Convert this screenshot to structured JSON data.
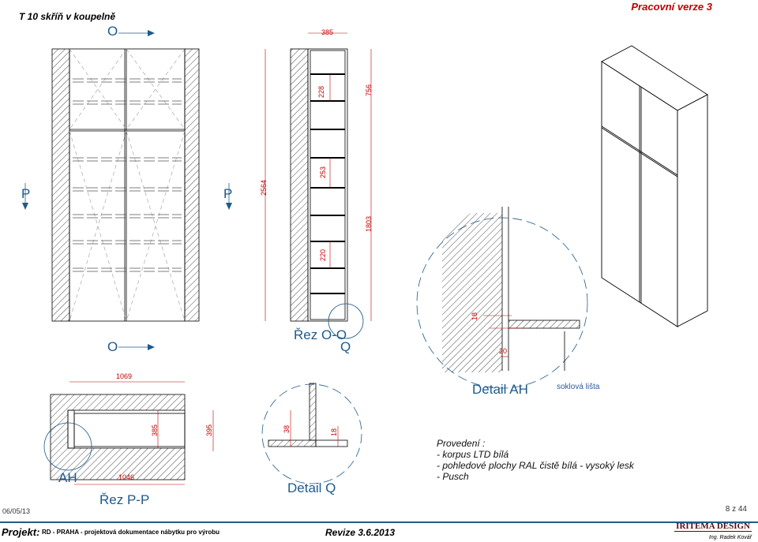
{
  "header": {
    "title": "T 10  skříň v koupelně",
    "work_label": "Pracovní  verze  3"
  },
  "views": {
    "section_o_marker": "O",
    "section_p_marker": "P",
    "rez_oo": "Řez O-O",
    "rez_pp": "Řez P-P",
    "detail_ah": "Detail AH",
    "detail_q": "Detail Q",
    "q_marker": "Q",
    "ah_marker": "AH",
    "soklova_lista": "soklová lišta"
  },
  "dimensions": {
    "d385_top": "385",
    "d2564": "2564",
    "d756": "756",
    "d228": "228",
    "d253": "253",
    "d1803": "1803",
    "d220": "220",
    "d18_ah": "18",
    "d20_ah": "20",
    "d1069": "1069",
    "d385_pp": "385",
    "d395_pp": "395",
    "d1046": "1046",
    "d38_q": "38",
    "d18_q": "18"
  },
  "notes": {
    "text": "Provedení :\n- korpus LTD bílá\n- pohledové plochy RAL čistě bílá - vysoký lesk\n- Pusch"
  },
  "footer": {
    "date": "06/05/13",
    "page": "8 z 44",
    "project_label": "Projekt:",
    "project_value": "RD - PRAHA - projektová dokumentace nábytku  pro výrobu",
    "revision": "Revize  3.6.2013",
    "logo": "IRITEMA DESIGN",
    "engineer": "Ing. Radek Kovář"
  }
}
